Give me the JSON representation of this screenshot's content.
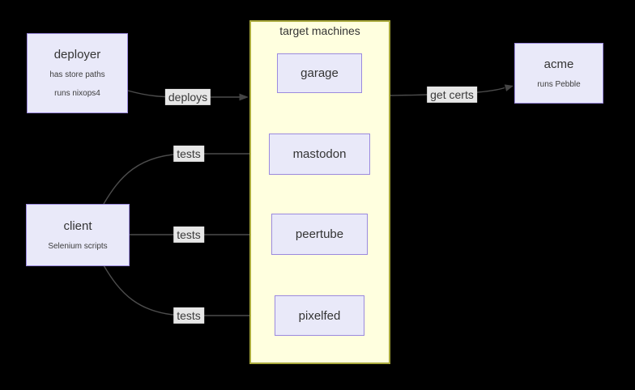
{
  "diagram": {
    "background": "#000000",
    "colors": {
      "node_fill": "#e9e9f9",
      "node_border": "#9b8ade",
      "container_fill": "#ffffdf",
      "container_border": "#a9a93c",
      "edge": "#4c4c4c",
      "edge_label_bg": "#e7e7e7",
      "text": "#343434"
    }
  },
  "nodes": {
    "deployer": {
      "title": "deployer",
      "subtitles": [
        "has store paths",
        "runs nixops4"
      ]
    },
    "client": {
      "title": "client",
      "subtitles": [
        "Selenium scripts"
      ]
    },
    "acme": {
      "title": "acme",
      "subtitles": [
        "runs Pebble"
      ]
    },
    "target_machines": {
      "title": "target machines",
      "machines": [
        "garage",
        "mastodon",
        "peertube",
        "pixelfed"
      ]
    }
  },
  "edges": {
    "deploys": {
      "label": "deploys",
      "from": "deployer",
      "to": "target machines"
    },
    "tests_mastodon": {
      "label": "tests",
      "from": "client",
      "to": "mastodon"
    },
    "tests_peertube": {
      "label": "tests",
      "from": "client",
      "to": "peertube"
    },
    "tests_pixelfed": {
      "label": "tests",
      "from": "client",
      "to": "pixelfed"
    },
    "get_certs": {
      "label": "get certs",
      "from": "target machines",
      "to": "acme"
    }
  }
}
